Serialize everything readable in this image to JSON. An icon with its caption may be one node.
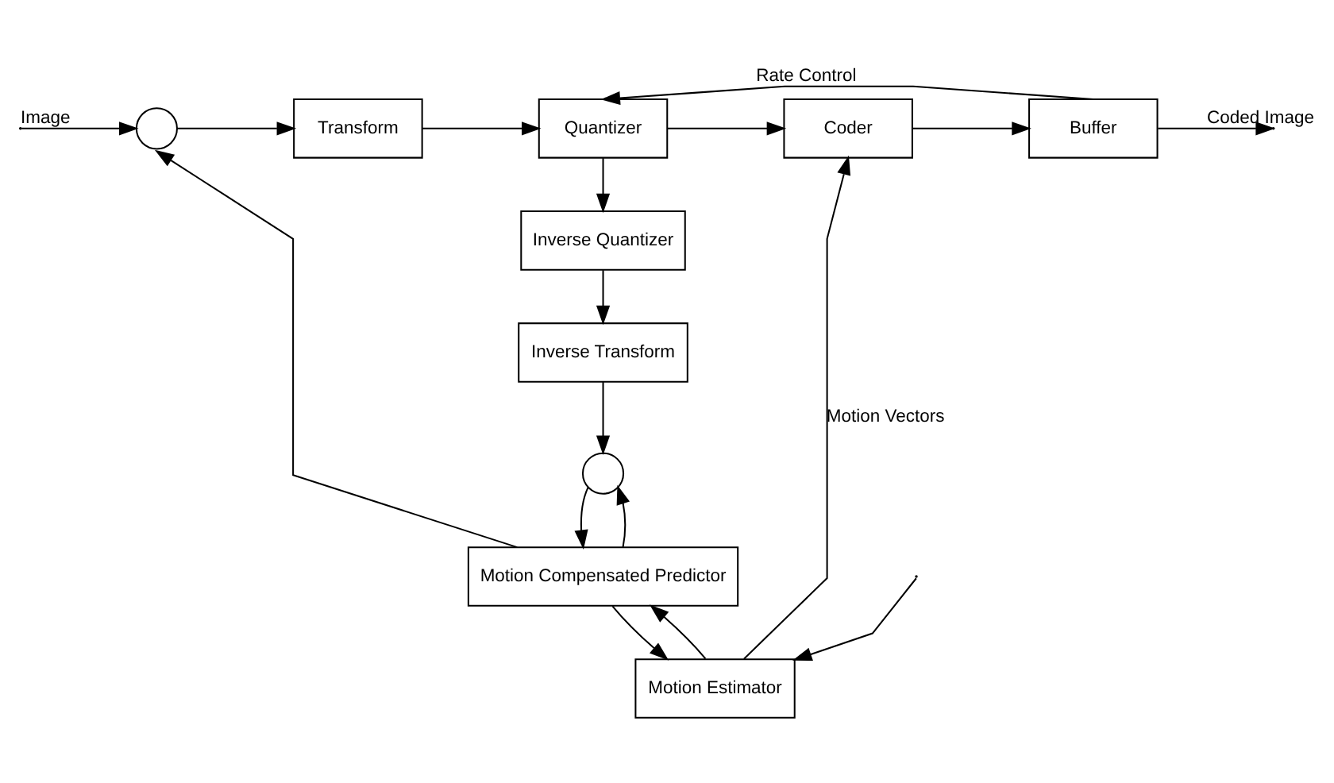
{
  "diagram": {
    "nodes": [
      {
        "text": [],
        "shape": "circle"
      },
      {
        "text": [
          "Transform"
        ]
      },
      {
        "text": [
          "Quantizer"
        ]
      },
      {
        "text": [
          "Coder"
        ]
      },
      {
        "text": [
          "Buffer"
        ]
      },
      {
        "text": [
          "Inverse Quantizer"
        ]
      },
      {
        "text": [
          "Inverse Transform"
        ]
      },
      {
        "text": [],
        "shape": "circle"
      },
      {
        "text": [
          "Motion Compensated Predictor"
        ]
      },
      {
        "text": [
          "Motion Estimator"
        ]
      }
    ],
    "edges": [
      {
        "from": null,
        "to": 0,
        "arrow": "to",
        "label": "Image"
      },
      {
        "from": 0,
        "to": 1,
        "arrow": "to"
      },
      {
        "from": 1,
        "to": 2,
        "arrow": "to"
      },
      {
        "from": 2,
        "to": 3,
        "arrow": "to"
      },
      {
        "from": 3,
        "to": 4,
        "arrow": "to"
      },
      {
        "from": 4,
        "to": null,
        "arrow": "to",
        "label": "Coded Image"
      },
      {
        "from": 4,
        "to": 2,
        "arrow": "to",
        "label": "Rate Control"
      },
      {
        "from": 2,
        "to": 5,
        "arrow": "to"
      },
      {
        "from": 5,
        "to": 6,
        "arrow": "to"
      },
      {
        "from": 6,
        "to": 7,
        "arrow": "to"
      },
      {
        "from": 8,
        "to": 0,
        "arrow": "to"
      },
      {
        "from": 8,
        "to": 7,
        "arrow": "to"
      },
      {
        "from": 7,
        "to": 8,
        "arrow": "to"
      },
      {
        "from": 8,
        "to": 9,
        "arrow": "to"
      },
      {
        "from": null,
        "to": 9,
        "arrow": "to"
      },
      {
        "from": 9,
        "to": 8,
        "arrow": "to"
      },
      {
        "from": 9,
        "to": 3,
        "arrow": "to",
        "label": "Motion Vectors"
      }
    ]
  }
}
